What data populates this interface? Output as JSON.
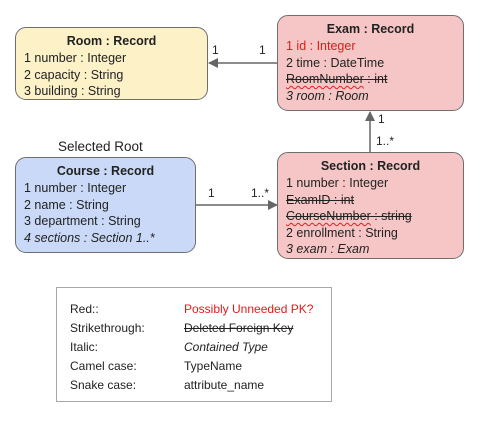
{
  "room": {
    "title": "Room : Record",
    "attrs": [
      "1 number : Integer",
      "2 capacity : String",
      "3 building : String"
    ]
  },
  "exam": {
    "title": "Exam : Record",
    "attrs": [
      "1 id : Integer",
      "2 time : DateTime",
      "RoomNumber : int",
      "3 room : Room"
    ]
  },
  "course": {
    "title": "Course : Record",
    "attrs": [
      "1 number : Integer",
      "2 name : String",
      "3 department : String",
      "4 sections : Section 1..*"
    ]
  },
  "section": {
    "title": "Section : Record",
    "attrs": [
      "1 number : Integer",
      "ExamID : int",
      "CourseNumber : string",
      "2 enrollment : String",
      "3 exam : Exam"
    ]
  },
  "selected_root_label": "Selected Root",
  "multiplicities": {
    "room_exam_left": "1",
    "room_exam_right": "1",
    "section_exam_top": "1",
    "section_exam_bottom": "1..*",
    "course_section_left": "1",
    "course_section_right": "1..*"
  },
  "legend": {
    "rows": [
      {
        "key": "Red::",
        "value": "Possibly Unneeded PK?"
      },
      {
        "key": "Strikethrough:",
        "value": "Deleted Foreign Key"
      },
      {
        "key": "Italic:",
        "value": "Contained Type"
      },
      {
        "key": "Camel case:",
        "value": "TypeName"
      },
      {
        "key": "Snake case:",
        "value": "attribute_name"
      }
    ]
  },
  "colors": {
    "room_fill": "#fdf1c8",
    "exam_fill": "#f6c6c6",
    "section_fill": "#f6c6c6",
    "course_fill": "#c9d9f7",
    "pk_red": "#e01b1b",
    "connector": "#666666"
  }
}
